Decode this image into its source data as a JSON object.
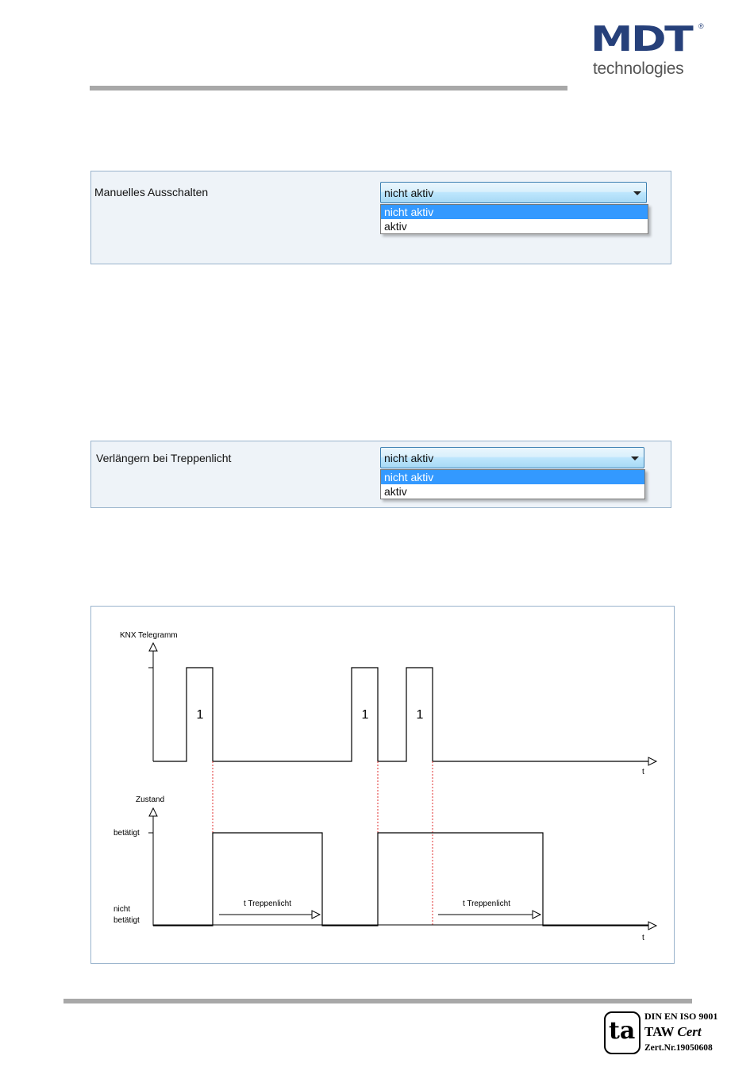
{
  "header": {
    "logo_brand": "MDT",
    "logo_registered": "®",
    "logo_sub": "technologies"
  },
  "param1": {
    "label": "Manuelles Ausschalten",
    "selected": "nicht aktiv",
    "options": [
      "nicht aktiv",
      "aktiv"
    ]
  },
  "param2": {
    "label": "Verlängern bei Treppenlicht",
    "selected": "nicht aktiv",
    "options": [
      "nicht aktiv",
      "aktiv"
    ]
  },
  "diagram": {
    "top_axis_label": "KNX Telegramm",
    "top_time_label": "t",
    "pulse_label": "1",
    "bottom_axis_label": "Zustand",
    "level_high": "betätigt",
    "level_low_1": "nicht",
    "level_low_2": "betätigt",
    "duration_label": "t Treppenlicht",
    "bottom_time_label": "t",
    "colors": {
      "line": "#000000",
      "guide": "#e03030"
    }
  },
  "certification": {
    "logo_text": "ta",
    "line1": "DIN EN ISO 9001",
    "line2_a": "TAW",
    "line2_b": "Cert",
    "line3": "Zert.Nr.19050608"
  }
}
